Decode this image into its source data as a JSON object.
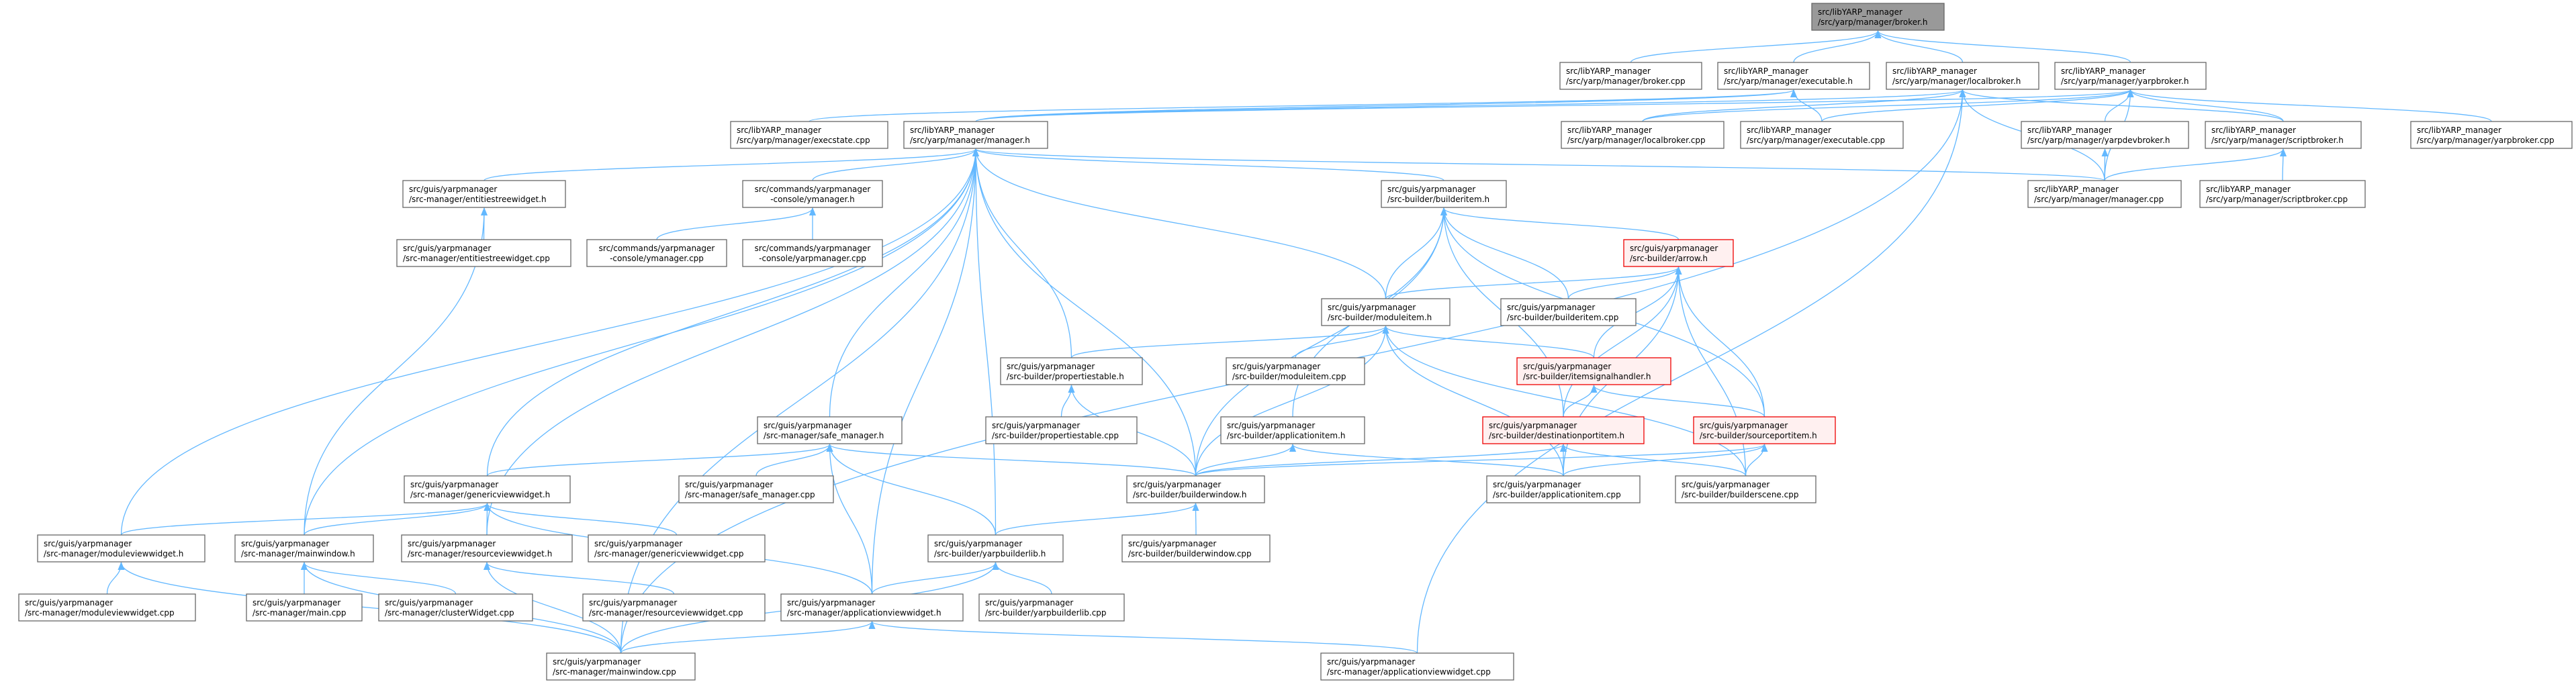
{
  "title": "Include dependency graph for src/libYARP_manager/src/yarp/manager/broker.h",
  "colors": {
    "edge": "#63b8ff",
    "root_fill": "#999999",
    "highlight_border": "#ff0000",
    "node_border": "#666666"
  },
  "nodes": {
    "broker_h": {
      "lines": [
        "src/libYARP_manager",
        "/src/yarp/manager/broker.h"
      ],
      "style": "root"
    },
    "broker_cpp": {
      "lines": [
        "src/libYARP_manager",
        "/src/yarp/manager/broker.cpp"
      ]
    },
    "executable_h": {
      "lines": [
        "src/libYARP_manager",
        "/src/yarp/manager/executable.h"
      ]
    },
    "localbroker_h": {
      "lines": [
        "src/libYARP_manager",
        "/src/yarp/manager/localbroker.h"
      ]
    },
    "yarpbroker_h": {
      "lines": [
        "src/libYARP_manager",
        "/src/yarp/manager/yarpbroker.h"
      ]
    },
    "execstate_cpp": {
      "lines": [
        "src/libYARP_manager",
        "/src/yarp/manager/execstate.cpp"
      ]
    },
    "manager_h": {
      "lines": [
        "src/libYARP_manager",
        "/src/yarp/manager/manager.h"
      ]
    },
    "localbroker_cpp": {
      "lines": [
        "src/libYARP_manager",
        "/src/yarp/manager/localbroker.cpp"
      ]
    },
    "executable_cpp": {
      "lines": [
        "src/libYARP_manager",
        "/src/yarp/manager/executable.cpp"
      ]
    },
    "yarpdevbroker_h": {
      "lines": [
        "src/libYARP_manager",
        "/src/yarp/manager/yarpdevbroker.h"
      ]
    },
    "scriptbroker_h": {
      "lines": [
        "src/libYARP_manager",
        "/src/yarp/manager/scriptbroker.h"
      ]
    },
    "yarpbroker_cpp": {
      "lines": [
        "src/libYARP_manager",
        "/src/yarp/manager/yarpbroker.cpp"
      ]
    },
    "entitiestreewidget_h": {
      "lines": [
        "src/guis/yarpmanager",
        "/src-manager/entitiestreewidget.h"
      ]
    },
    "ymanager_h": {
      "lines": [
        "src/commands/yarpmanager",
        "-console/ymanager.h"
      ]
    },
    "builderitem_h": {
      "lines": [
        "src/guis/yarpmanager",
        "/src-builder/builderitem.h"
      ]
    },
    "manager_cpp": {
      "lines": [
        "src/libYARP_manager",
        "/src/yarp/manager/manager.cpp"
      ]
    },
    "scriptbroker_cpp": {
      "lines": [
        "src/libYARP_manager",
        "/src/yarp/manager/scriptbroker.cpp"
      ]
    },
    "entitiestreewidget_cpp": {
      "lines": [
        "src/guis/yarpmanager",
        "/src-manager/entitiestreewidget.cpp"
      ]
    },
    "ymanager_cpp": {
      "lines": [
        "src/commands/yarpmanager",
        "-console/ymanager.cpp"
      ]
    },
    "yarpmanager_cpp": {
      "lines": [
        "src/commands/yarpmanager",
        "-console/yarpmanager.cpp"
      ]
    },
    "arrow_h": {
      "lines": [
        "src/guis/yarpmanager",
        "/src-builder/arrow.h"
      ],
      "style": "red"
    },
    "moduleitem_h": {
      "lines": [
        "src/guis/yarpmanager",
        "/src-builder/moduleitem.h"
      ]
    },
    "builderitem_cpp": {
      "lines": [
        "src/guis/yarpmanager",
        "/src-builder/builderitem.cpp"
      ]
    },
    "propertiestable_h": {
      "lines": [
        "src/guis/yarpmanager",
        "/src-builder/propertiestable.h"
      ]
    },
    "moduleitem_cpp": {
      "lines": [
        "src/guis/yarpmanager",
        "/src-builder/moduleitem.cpp"
      ]
    },
    "itemsignalhandler_h": {
      "lines": [
        "src/guis/yarpmanager",
        "/src-builder/itemsignalhandler.h"
      ],
      "style": "red"
    },
    "safe_manager_h": {
      "lines": [
        "src/guis/yarpmanager",
        "/src-manager/safe_manager.h"
      ]
    },
    "propertiestable_cpp": {
      "lines": [
        "src/guis/yarpmanager",
        "/src-builder/propertiestable.cpp"
      ]
    },
    "applicationitem_h": {
      "lines": [
        "src/guis/yarpmanager",
        "/src-builder/applicationitem.h"
      ]
    },
    "destinationportitem_h": {
      "lines": [
        "src/guis/yarpmanager",
        "/src-builder/destinationportitem.h"
      ],
      "style": "red"
    },
    "sourceportitem_h": {
      "lines": [
        "src/guis/yarpmanager",
        "/src-builder/sourceportitem.h"
      ],
      "style": "red"
    },
    "genericviewwidget_h": {
      "lines": [
        "src/guis/yarpmanager",
        "/src-manager/genericviewwidget.h"
      ]
    },
    "safe_manager_cpp": {
      "lines": [
        "src/guis/yarpmanager",
        "/src-manager/safe_manager.cpp"
      ]
    },
    "builderwindow_h": {
      "lines": [
        "src/guis/yarpmanager",
        "/src-builder/builderwindow.h"
      ]
    },
    "applicationitem_cpp": {
      "lines": [
        "src/guis/yarpmanager",
        "/src-builder/applicationitem.cpp"
      ]
    },
    "builderscene_cpp": {
      "lines": [
        "src/guis/yarpmanager",
        "/src-builder/builderscene.cpp"
      ]
    },
    "moduleviewwidget_h": {
      "lines": [
        "src/guis/yarpmanager",
        "/src-manager/moduleviewwidget.h"
      ]
    },
    "mainwindow_h": {
      "lines": [
        "src/guis/yarpmanager",
        "/src-manager/mainwindow.h"
      ]
    },
    "resourceviewwidget_h": {
      "lines": [
        "src/guis/yarpmanager",
        "/src-manager/resourceviewwidget.h"
      ]
    },
    "genericviewwidget_cpp": {
      "lines": [
        "src/guis/yarpmanager",
        "/src-manager/genericviewwidget.cpp"
      ]
    },
    "yarpbuilderlib_h": {
      "lines": [
        "src/guis/yarpmanager",
        "/src-builder/yarpbuilderlib.h"
      ]
    },
    "builderwindow_cpp": {
      "lines": [
        "src/guis/yarpmanager",
        "/src-builder/builderwindow.cpp"
      ]
    },
    "moduleviewwidget_cpp": {
      "lines": [
        "src/guis/yarpmanager",
        "/src-manager/moduleviewwidget.cpp"
      ]
    },
    "main_cpp": {
      "lines": [
        "src/guis/yarpmanager",
        "/src-manager/main.cpp"
      ]
    },
    "clusterWidget_cpp": {
      "lines": [
        "src/guis/yarpmanager",
        "/src-manager/clusterWidget.cpp"
      ]
    },
    "resourceviewwidget_cpp": {
      "lines": [
        "src/guis/yarpmanager",
        "/src-manager/resourceviewwidget.cpp"
      ]
    },
    "applicationviewwidget_h": {
      "lines": [
        "src/guis/yarpmanager",
        "/src-manager/applicationviewwidget.h"
      ]
    },
    "yarpbuilderlib_cpp": {
      "lines": [
        "src/guis/yarpmanager",
        "/src-builder/yarpbuilderlib.cpp"
      ]
    },
    "mainwindow_cpp": {
      "lines": [
        "src/guis/yarpmanager",
        "/src-manager/mainwindow.cpp"
      ]
    },
    "applicationviewwidget_cpp": {
      "lines": [
        "src/guis/yarpmanager",
        "/src-manager/applicationviewwidget.cpp"
      ]
    }
  },
  "edges": [
    [
      "broker_cpp",
      "broker_h"
    ],
    [
      "executable_h",
      "broker_h"
    ],
    [
      "localbroker_h",
      "broker_h"
    ],
    [
      "yarpbroker_h",
      "broker_h"
    ],
    [
      "manager_h",
      "executable_h"
    ],
    [
      "executable_cpp",
      "executable_h"
    ],
    [
      "execstate_cpp",
      "executable_h"
    ],
    [
      "localbroker_cpp",
      "localbroker_h"
    ],
    [
      "manager_h",
      "localbroker_h"
    ],
    [
      "scriptbroker_h",
      "localbroker_h"
    ],
    [
      "manager_cpp",
      "localbroker_h"
    ],
    [
      "mainwindow_cpp",
      "localbroker_h"
    ],
    [
      "applicationviewwidget_cpp",
      "localbroker_h"
    ],
    [
      "manager_h",
      "yarpbroker_h"
    ],
    [
      "yarpdevbroker_h",
      "yarpbroker_h"
    ],
    [
      "scriptbroker_h",
      "yarpbroker_h"
    ],
    [
      "yarpbroker_cpp",
      "yarpbroker_h"
    ],
    [
      "manager_cpp",
      "yarpbroker_h"
    ],
    [
      "localbroker_cpp",
      "yarpbroker_h"
    ],
    [
      "executable_cpp",
      "yarpbroker_h"
    ],
    [
      "manager_cpp",
      "yarpdevbroker_h"
    ],
    [
      "manager_cpp",
      "scriptbroker_h"
    ],
    [
      "scriptbroker_cpp",
      "scriptbroker_h"
    ],
    [
      "manager_cpp",
      "manager_h"
    ],
    [
      "entitiestreewidget_h",
      "manager_h"
    ],
    [
      "ymanager_h",
      "manager_h"
    ],
    [
      "safe_manager_h",
      "manager_h"
    ],
    [
      "builderitem_h",
      "manager_h"
    ],
    [
      "moduleitem_h",
      "manager_h"
    ],
    [
      "propertiestable_h",
      "manager_h"
    ],
    [
      "builderwindow_h",
      "manager_h"
    ],
    [
      "yarpbuilderlib_h",
      "manager_h"
    ],
    [
      "genericviewwidget_h",
      "manager_h"
    ],
    [
      "moduleviewwidget_h",
      "manager_h"
    ],
    [
      "mainwindow_h",
      "manager_h"
    ],
    [
      "resourceviewwidget_h",
      "manager_h"
    ],
    [
      "applicationviewwidget_h",
      "manager_h"
    ],
    [
      "mainwindow_cpp",
      "manager_h"
    ],
    [
      "ymanager_cpp",
      "ymanager_h"
    ],
    [
      "yarpmanager_cpp",
      "ymanager_h"
    ],
    [
      "entitiestreewidget_cpp",
      "entitiestreewidget_h"
    ],
    [
      "mainwindow_h",
      "entitiestreewidget_h"
    ],
    [
      "arrow_h",
      "builderitem_h"
    ],
    [
      "moduleitem_h",
      "builderitem_h"
    ],
    [
      "builderitem_cpp",
      "builderitem_h"
    ],
    [
      "applicationitem_h",
      "builderitem_h"
    ],
    [
      "builderwindow_h",
      "builderitem_h"
    ],
    [
      "destinationportitem_h",
      "builderitem_h"
    ],
    [
      "sourceportitem_h",
      "builderitem_h"
    ],
    [
      "moduleitem_h",
      "arrow_h"
    ],
    [
      "builderitem_cpp",
      "arrow_h"
    ],
    [
      "itemsignalhandler_h",
      "arrow_h"
    ],
    [
      "destinationportitem_h",
      "arrow_h"
    ],
    [
      "sourceportitem_h",
      "arrow_h"
    ],
    [
      "applicationitem_cpp",
      "arrow_h"
    ],
    [
      "builderscene_cpp",
      "arrow_h"
    ],
    [
      "propertiestable_h",
      "moduleitem_h"
    ],
    [
      "moduleitem_cpp",
      "moduleitem_h"
    ],
    [
      "itemsignalhandler_h",
      "moduleitem_h"
    ],
    [
      "builderwindow_h",
      "moduleitem_h"
    ],
    [
      "applicationitem_cpp",
      "moduleitem_h"
    ],
    [
      "builderscene_cpp",
      "moduleitem_h"
    ],
    [
      "destinationportitem_h",
      "itemsignalhandler_h"
    ],
    [
      "sourceportitem_h",
      "itemsignalhandler_h"
    ],
    [
      "builderwindow_h",
      "destinationportitem_h"
    ],
    [
      "applicationitem_cpp",
      "destinationportitem_h"
    ],
    [
      "builderscene_cpp",
      "destinationportitem_h"
    ],
    [
      "builderwindow_h",
      "sourceportitem_h"
    ],
    [
      "applicationitem_cpp",
      "sourceportitem_h"
    ],
    [
      "builderscene_cpp",
      "sourceportitem_h"
    ],
    [
      "builderwindow_h",
      "applicationitem_h"
    ],
    [
      "applicationitem_cpp",
      "applicationitem_h"
    ],
    [
      "propertiestable_cpp",
      "propertiestable_h"
    ],
    [
      "builderwindow_h",
      "propertiestable_h"
    ],
    [
      "safe_manager_cpp",
      "safe_manager_h"
    ],
    [
      "genericviewwidget_h",
      "safe_manager_h"
    ],
    [
      "builderwindow_h",
      "safe_manager_h"
    ],
    [
      "yarpbuilderlib_h",
      "safe_manager_h"
    ],
    [
      "applicationviewwidget_h",
      "safe_manager_h"
    ],
    [
      "yarpbuilderlib_h",
      "builderwindow_h"
    ],
    [
      "builderwindow_cpp",
      "builderwindow_h"
    ],
    [
      "applicationviewwidget_h",
      "yarpbuilderlib_h"
    ],
    [
      "yarpbuilderlib_cpp",
      "yarpbuilderlib_h"
    ],
    [
      "mainwindow_cpp",
      "yarpbuilderlib_h"
    ],
    [
      "moduleviewwidget_h",
      "genericviewwidget_h"
    ],
    [
      "mainwindow_h",
      "genericviewwidget_h"
    ],
    [
      "resourceviewwidget_h",
      "genericviewwidget_h"
    ],
    [
      "genericviewwidget_cpp",
      "genericviewwidget_h"
    ],
    [
      "applicationviewwidget_h",
      "genericviewwidget_h"
    ],
    [
      "moduleviewwidget_cpp",
      "moduleviewwidget_h"
    ],
    [
      "mainwindow_cpp",
      "moduleviewwidget_h"
    ],
    [
      "main_cpp",
      "mainwindow_h"
    ],
    [
      "clusterWidget_cpp",
      "mainwindow_h"
    ],
    [
      "mainwindow_cpp",
      "mainwindow_h"
    ],
    [
      "resourceviewwidget_cpp",
      "resourceviewwidget_h"
    ],
    [
      "mainwindow_cpp",
      "resourceviewwidget_h"
    ],
    [
      "mainwindow_cpp",
      "applicationviewwidget_h"
    ],
    [
      "applicationviewwidget_cpp",
      "applicationviewwidget_h"
    ]
  ]
}
